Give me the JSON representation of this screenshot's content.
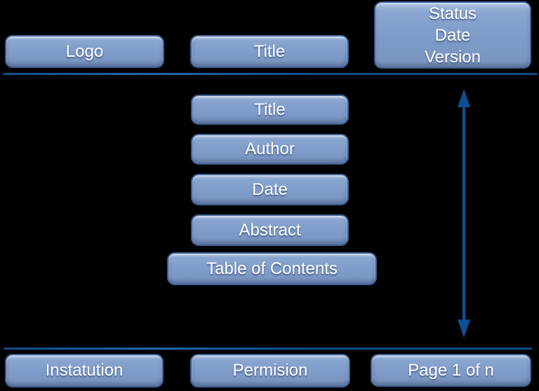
{
  "diagram": {
    "header": {
      "logo": "Logo",
      "title": "Title",
      "status": {
        "line1": "Status",
        "line2": "Date",
        "line3": "Version"
      }
    },
    "front_matter": {
      "title": "Title",
      "author": "Author",
      "date": "Date",
      "abstract": "Abstract",
      "toc": "Table of Contents"
    },
    "footer": {
      "institution": "Instatution",
      "permission": "Permision",
      "page": "Page 1 of n"
    }
  },
  "icons": {
    "vertical_double_arrow": "up-down-arrow-icon"
  },
  "colors": {
    "background": "#000000",
    "rule_line": "#0d4c8a",
    "arrow": "#0e5090",
    "box_top": "#aac1e1",
    "box_mid": "#7e9bc9",
    "box_bottom": "#7a94bd",
    "box_border": "#3d5e92",
    "text": "#ffffff"
  }
}
